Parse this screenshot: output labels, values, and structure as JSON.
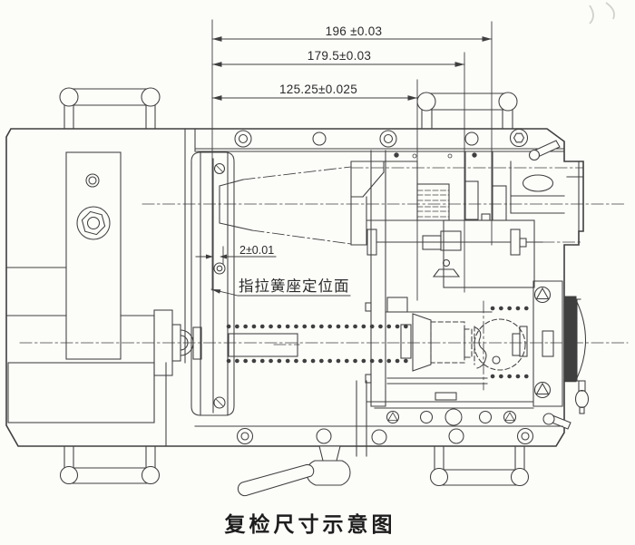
{
  "drawing": {
    "caption": "复检尺寸示意图",
    "datum_label": "指拉簧座定位面",
    "dimensions": {
      "overall": "196 ±0.03",
      "middle": "179.5±0.03",
      "inner": "125.25±0.025",
      "gap": "2±0.01"
    },
    "colors": {
      "line": "#3f3f3f",
      "paper": "#fcfcf9"
    }
  }
}
